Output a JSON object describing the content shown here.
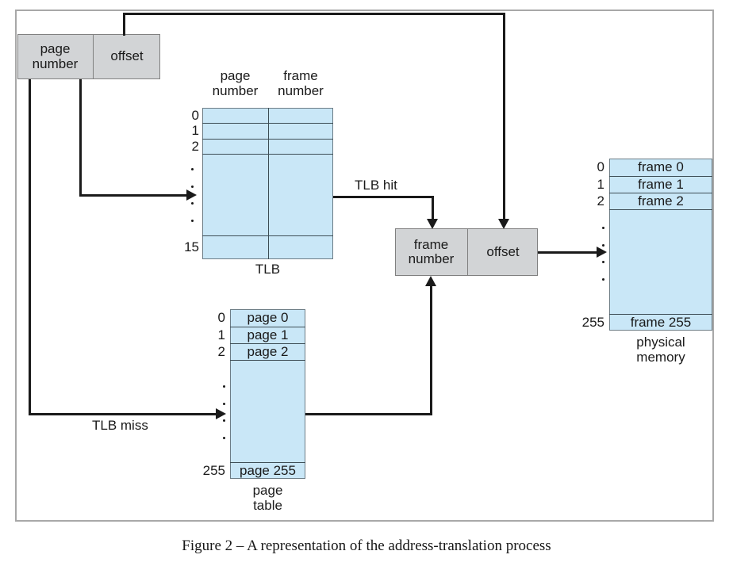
{
  "figure": {
    "caption": "Figure 2 – A representation of the address-translation process"
  },
  "logical_address": {
    "page_number_label": "page\nnumber",
    "page_number_line1": "page",
    "page_number_line2": "number",
    "offset_label": "offset"
  },
  "tlb": {
    "col1_line1": "page",
    "col1_line2": "number",
    "col2_line1": "frame",
    "col2_line2": "number",
    "caption": "TLB",
    "row_indices": [
      "0",
      "1",
      "2",
      "15"
    ],
    "dots": "····"
  },
  "page_table": {
    "caption_line1": "page",
    "caption_line2": "table",
    "row_indices": [
      "0",
      "1",
      "2",
      "255"
    ],
    "rows": [
      "page 0",
      "page 1",
      "page 2",
      "page 255"
    ],
    "dots": "····"
  },
  "physical_memory": {
    "caption_line1": "physical",
    "caption_line2": "memory",
    "row_indices": [
      "0",
      "1",
      "2",
      "255"
    ],
    "rows": [
      "frame 0",
      "frame 1",
      "frame 2",
      "frame 255"
    ],
    "dots": "····"
  },
  "physical_address": {
    "frame_number_line1": "frame",
    "frame_number_line2": "number",
    "offset_label": "offset"
  },
  "flow_labels": {
    "tlb_hit": "TLB hit",
    "tlb_miss": "TLB miss"
  },
  "colors": {
    "gray_box_fill": "#d2d4d6",
    "blue_table_fill": "#c9e7f7",
    "line_color": "#1a1a1a",
    "frame_border": "#a8a8a8",
    "table_border": "#6d7d86"
  }
}
